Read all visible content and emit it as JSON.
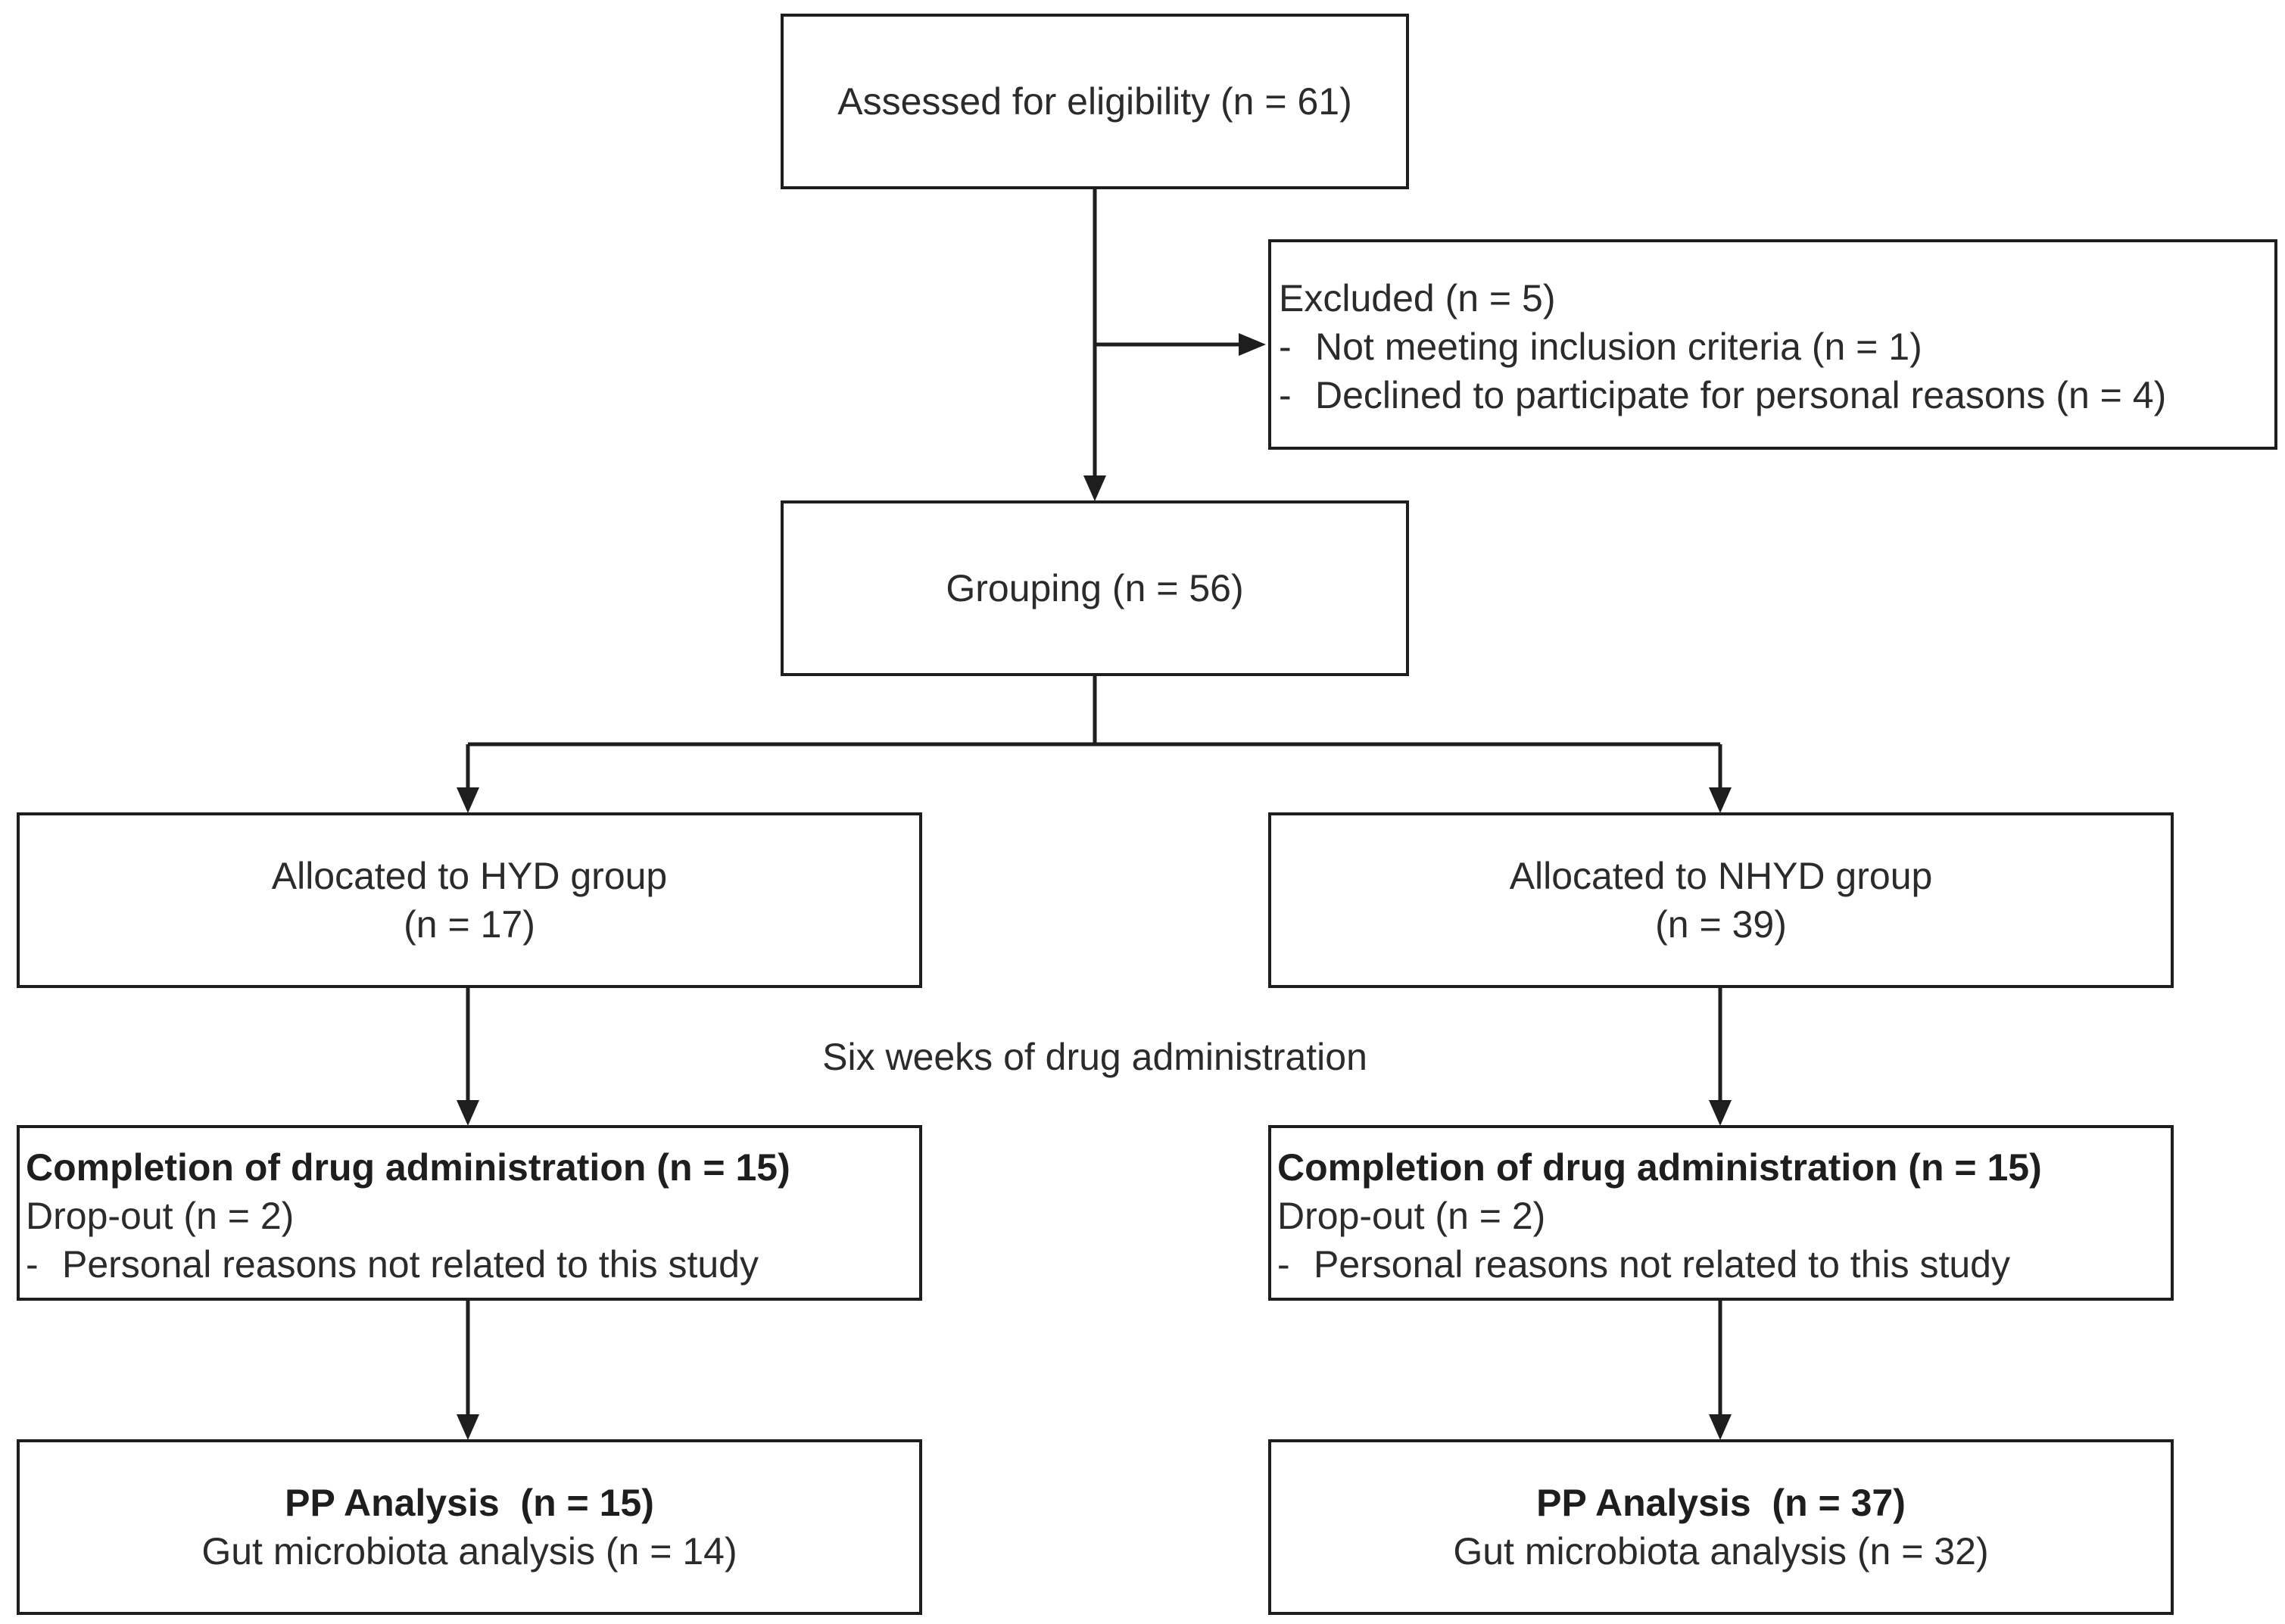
{
  "assessed": {
    "text": "Assessed for eligibility (n = 61)"
  },
  "excluded": {
    "title": "Excluded (n = 5)",
    "reasons": [
      "Not meeting inclusion criteria (n = 1)",
      "Declined to participate for personal reasons (n = 4)"
    ],
    "dash": "-"
  },
  "grouping": {
    "text": "Grouping (n = 56)"
  },
  "hyd": {
    "allocation_line1": "Allocated to HYD group",
    "allocation_line2": "(n = 17)",
    "completion": "Completion of drug administration (n = 15)",
    "dropout": "Drop-out (n = 2)",
    "dropout_reason": "Personal reasons not related to this study",
    "pp_label": "PP Analysis",
    "pp_n": "(n = 15)",
    "gut": "Gut microbiota analysis (n = 14)"
  },
  "nhyd": {
    "allocation_line1": "Allocated to NHYD group",
    "allocation_line2": "(n = 39)",
    "completion": "Completion of drug administration (n = 15)",
    "dropout": "Drop-out (n = 2)",
    "dropout_reason": "Personal reasons not related to this study",
    "pp_label": "PP Analysis",
    "pp_n": "(n = 37)",
    "gut": "Gut microbiota analysis (n = 32)"
  },
  "intervention_label": "Six weeks of drug administration",
  "colors": {
    "border": "#1e1e1e",
    "text": "#2b2b2b",
    "background": "#ffffff"
  }
}
